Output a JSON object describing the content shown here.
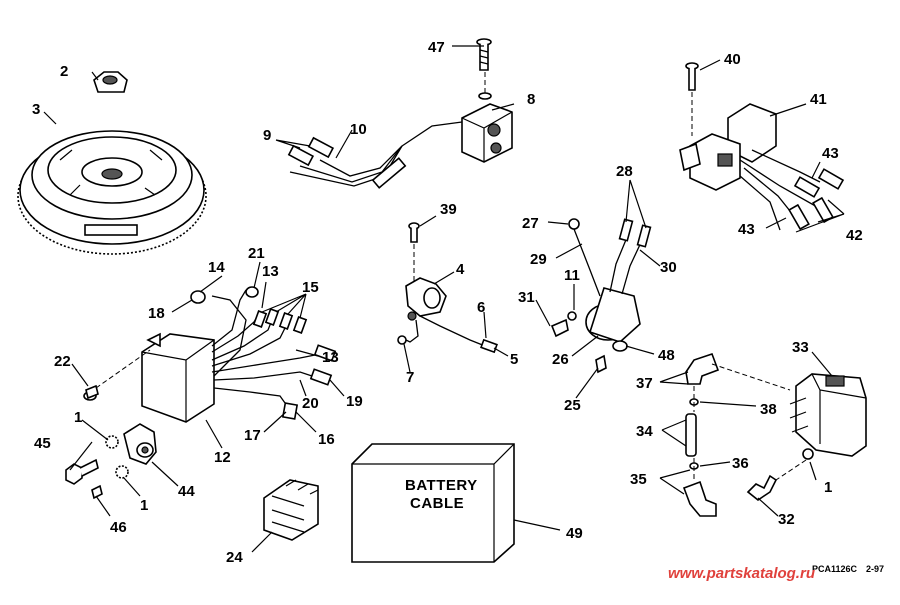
{
  "callouts": [
    "47",
    "2",
    "8",
    "40",
    "3",
    "41",
    "9",
    "10",
    "43",
    "28",
    "39",
    "27",
    "42",
    "43",
    "21",
    "14",
    "13",
    "15",
    "4",
    "29",
    "30",
    "11",
    "31",
    "18",
    "6",
    "13",
    "22",
    "7",
    "5",
    "26",
    "48",
    "33",
    "37",
    "20",
    "19",
    "25",
    "38",
    "12",
    "17",
    "16",
    "1",
    "34",
    "45",
    "44",
    "36",
    "35",
    "1",
    "46",
    "1",
    "32",
    "24",
    "49"
  ],
  "battery_cable": {
    "line1": "BATTERY",
    "line2": "CABLE"
  },
  "drawing_code": "PCA1126C",
  "date_code": "2-97",
  "watermark": "www.partskatalog.ru"
}
